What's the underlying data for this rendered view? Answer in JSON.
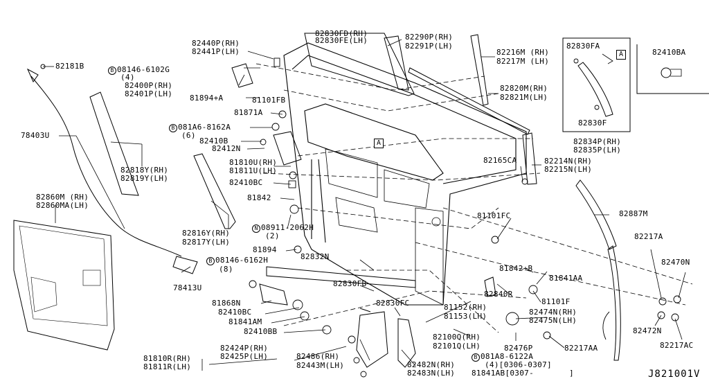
{
  "diagram_code": "J821001V",
  "callout_letter": "A",
  "labels": {
    "p82181B": "82181B",
    "p82440P": "82440P(RH)",
    "p82441P": "82441P(LH)",
    "p08146_6102G_b": "B",
    "p08146_6102G": "08146-6102G",
    "p08146_6102G_q": "(4)",
    "p82400P": "82400P(RH)",
    "p82401P": "82401P(LH)",
    "p81894A": "81894+A",
    "p82830FD": "82830FD(RH)",
    "p82830FE": "82830FE(LH)",
    "p82290P": "82290P(RH)",
    "p82291P": "82291P(LH)",
    "p82216M": "82216M (RH)",
    "p82217M": "82217M (LH)",
    "p82830FA": "82830FA",
    "p82410BA": "82410BA",
    "p81101FB": "81101FB",
    "p81871A": "81871A",
    "p081A6_b": "B",
    "p081A6": "081A6-8162A",
    "p081A6_q": "(6)",
    "p82410B": "82410B",
    "p82412N": "82412N",
    "p78403U": "78403U",
    "p82818Y": "82818Y(RH)",
    "p82819Y": "82819Y(LH)",
    "p81810U": "81810U(RH)",
    "p81811U": "81811U(LH)",
    "p82410BC": "82410BC",
    "p82820M": "82820M(RH)",
    "p82821M": "82821M(LH)",
    "p82830F": "82830F",
    "p82834P": "82834P(RH)",
    "p82835P": "82835P(LH)",
    "p82165CA": "82165CA",
    "p82214N": "82214N(RH)",
    "p82215N": "82215N(LH)",
    "p82860M": "82860M (RH)",
    "p82860MA": "82860MA(LH)",
    "p81842": "81842",
    "p82887M": "82887M",
    "p08911_n": "N",
    "p08911": "08911-2062H",
    "p08911_q": "(2)",
    "p82816Y": "82816Y(RH)",
    "p82817Y": "82817Y(LH)",
    "p81101FC": "81101FC",
    "p82217A": "82217A",
    "p81894": "81894",
    "p82832N": "82832N",
    "p82470N": "82470N",
    "p08146_6162H_b": "B",
    "p08146_6162H": "08146-6162H",
    "p08146_6162H_q": "(8)",
    "p81842B": "81842+B",
    "p81841AA": "81841AA",
    "p78413U": "78413U",
    "p82830FB": "82830FB",
    "p82840R": "82840R",
    "p81101F": "81101F",
    "p81868N": "81868N",
    "p82830FC": "82830FC",
    "p81152": "81152(RH)",
    "p81153": "81153(LH)",
    "p82474N": "82474N(RH)",
    "p82475N": "82475N(LH)",
    "p82410BC2": "82410BC",
    "p81841AM": "81841AM",
    "p82472N": "82472N",
    "p82410BB": "82410BB",
    "p82100Q": "82100Q(RH)",
    "p82101Q": "82101Q(LH)",
    "p82476P": "82476P",
    "p82217AA": "82217AA",
    "p82217AC": "82217AC",
    "p82424P": "82424P(RH)",
    "p82425P": "82425P(LH)",
    "p82486": "82486(RH)",
    "p82443M": "82443M(LH)",
    "p81810R": "81810R(RH)",
    "p81811R": "81811R(LH)",
    "p82482N": "82482N(RH)",
    "p82483N": "82483N(LH)",
    "p081A8_b": "B",
    "p081A8": "081A8-6122A",
    "p081A8_q": "(4)[0306-0307]",
    "p81841AB": "81841AB[0307-",
    "p81841AB_end": "]"
  }
}
